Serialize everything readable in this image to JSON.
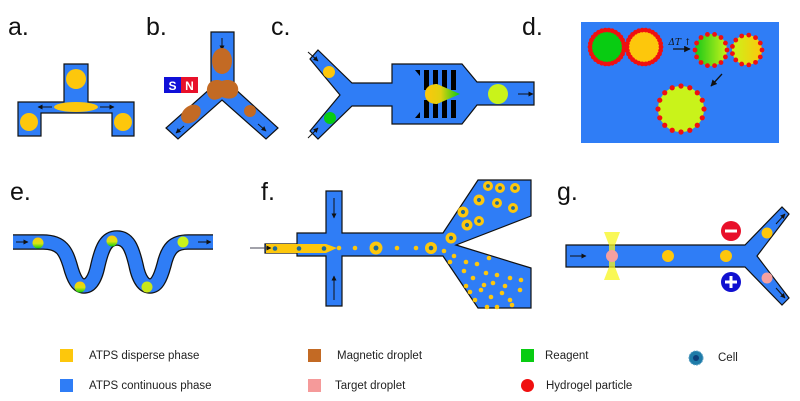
{
  "figure": {
    "panels": [
      {
        "id": "a",
        "label": "a."
      },
      {
        "id": "b",
        "label": "b.",
        "magnet": {
          "south": "S",
          "north": "N"
        }
      },
      {
        "id": "c",
        "label": "c."
      },
      {
        "id": "d",
        "label": "d.",
        "annotation": "ΔT ↑"
      },
      {
        "id": "e",
        "label": "e."
      },
      {
        "id": "f",
        "label": "f."
      },
      {
        "id": "g",
        "label": "g.",
        "electrodes": {
          "negative": "−",
          "positive": "+"
        }
      }
    ]
  },
  "colors": {
    "continuous_phase": "#2f7df6",
    "disperse_phase": "#fdc70c",
    "magnetic_droplet": "#c36a24",
    "reagent": "#08cc12",
    "target_droplet": "#f59a9a",
    "hydrogel_particle": "#f01010",
    "cell": "#1e7ba8",
    "mixed_droplet": "#c9f31a",
    "magnet_south": "#1010d8",
    "magnet_north": "#e8102a",
    "electrode_negative": "#e8102a",
    "electrode_positive": "#1010d0",
    "laser": "#f7f51e"
  },
  "legend": {
    "items": [
      {
        "label": "ATPS disperse phase",
        "color": "#fdc70c",
        "shape": "square"
      },
      {
        "label": "Magnetic droplet",
        "color": "#c36a24",
        "shape": "square"
      },
      {
        "label": "Reagent",
        "color": "#08cc12",
        "shape": "square"
      },
      {
        "label": "Cell",
        "color": "#1e7ba8",
        "shape": "cell"
      },
      {
        "label": "ATPS continuous phase",
        "color": "#2f7df6",
        "shape": "square"
      },
      {
        "label": "Target droplet",
        "color": "#f59a9a",
        "shape": "square"
      },
      {
        "label": "Hydrogel particle",
        "color": "#f01010",
        "shape": "circle"
      }
    ]
  }
}
